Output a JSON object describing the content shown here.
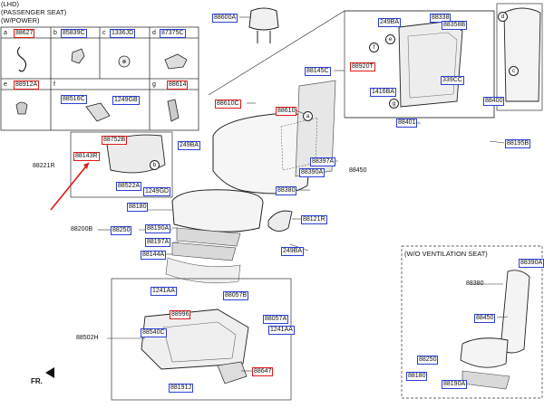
{
  "header": {
    "lines": [
      "(LHD)",
      "(PASSENGER SEAT)",
      "(W/POWER)"
    ]
  },
  "legend": {
    "cells": [
      {
        "letter": "a",
        "part": "88627",
        "flag": "red"
      },
      {
        "letter": "b",
        "part": "85839C",
        "flag": "blue"
      },
      {
        "letter": "c",
        "part": "1336JD",
        "flag": "blue"
      },
      {
        "letter": "d",
        "part": "87375C",
        "flag": "blue"
      },
      {
        "letter": "e",
        "part": "88912A",
        "flag": "red"
      },
      {
        "letter": "f",
        "parts": [
          "88516C",
          "1249GB"
        ],
        "flag": "blue"
      },
      {
        "letter": "g",
        "part": "88614",
        "flag": "red"
      }
    ]
  },
  "parts": {
    "p88600A": "88600A",
    "p88338": "88338",
    "p249BA_top": "249BA",
    "p88358B": "88358B",
    "p88145C": "88145C",
    "p88920T": "88920T",
    "p339CC": "339CC",
    "p1416BA": "1416BA",
    "p88400": "88400",
    "p88610C": "88610C",
    "p88610": "88610",
    "p88401": "88401",
    "p88752B": "88752B",
    "p249BA_mid": "249BA",
    "p88143R": "88143R",
    "p88221R": "88221R",
    "p88397A": "88397A",
    "p88390A": "88390A",
    "p88450": "88450",
    "p88380": "88380",
    "p88522A": "88522A",
    "p249GD": "1249GD",
    "p88195B": "88195B",
    "p88180": "88180",
    "p88200B": "88200B",
    "p88250": "88250",
    "p88190A": "88190A",
    "p88197A": "88197A",
    "p88144A": "88144A",
    "p88121R": "88121R",
    "p249BA_low": "249BA",
    "p1241AA_a": "1241AA",
    "p88057B": "88057B",
    "p88996": "88996",
    "p88057A": "88057A",
    "p88540C": "88540C",
    "p1241AA_b": "1241AA",
    "p88502H": "88502H",
    "p88647": "88647",
    "p88191J": "88191J",
    "w_88390A": "88390A",
    "w_88380": "88380",
    "w_88450": "88450",
    "w_88250": "88250",
    "w_88180": "88180",
    "w_88190A": "88190A"
  },
  "callouts": [
    "a",
    "b",
    "c",
    "d",
    "e",
    "f",
    "g"
  ],
  "inset": {
    "title": "(W/O VENTILATION SEAT)"
  },
  "fr": "FR.",
  "colors": {
    "blue_box": "#2b3fd6",
    "red_box": "#e01818",
    "arrow": "#e01818"
  }
}
